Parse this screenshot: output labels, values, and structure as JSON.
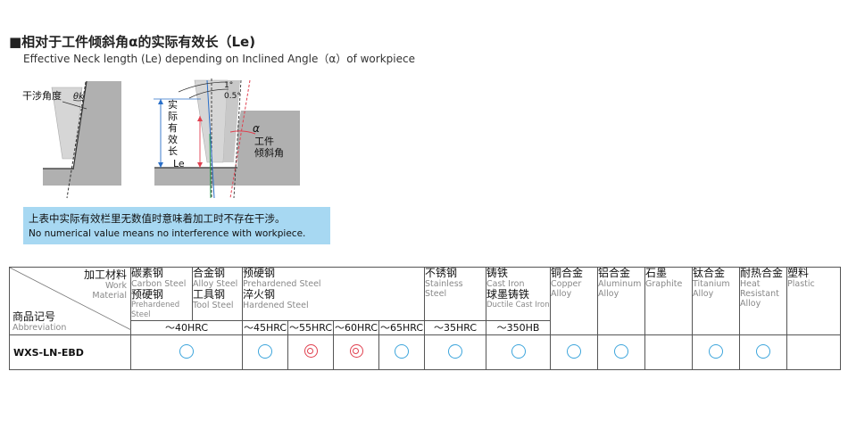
{
  "heading": {
    "title_zh": "■相对于工件倾斜角α的实际有效长（Le)",
    "title_en": "Effective Neck length (Le) depending on Inclined Angle（α）of workpiece"
  },
  "diagram": {
    "interference_angle": "干涉角度",
    "theta": "θk",
    "angle_1": "1°",
    "angle_05": "0.5°",
    "effective_length_zh": [
      "实",
      "际",
      "有",
      "效",
      "长"
    ],
    "le": "Le",
    "alpha": "α",
    "workpiece_zh": "工件",
    "incline_zh": "倾斜角",
    "colors": {
      "gray": "#b0b0b0",
      "dark": "#333333",
      "blue": "#2a6fc9",
      "red": "#e0404f",
      "green": "#2aa050"
    }
  },
  "note": {
    "zh": "上表中实际有效栏里无数值时意味着加工时不存在干涉。",
    "en": "No numerical value means no interference with workpiece.",
    "bg_color": "#a7d8f2"
  },
  "table": {
    "corner": {
      "work_zh": "加工材料",
      "work_en": "Work",
      "material_en": "Material",
      "abbr_zh": "商品记号",
      "abbr_en": "Abbreviation"
    },
    "groups": [
      {
        "zh": "碳素钢",
        "en": "Carbon Steel",
        "zh2": "预硬钢",
        "en2": "Prehardened Steel"
      },
      {
        "zh": "合金钢",
        "en": "Alloy Steel",
        "zh2": "工具钢",
        "en2": "Tool Steel"
      },
      {
        "zh": "预硬钢",
        "en": "Prehardened Steel",
        "zh2": "淬火钢",
        "en2": "Hardened Steel"
      },
      {
        "zh": "不锈钢",
        "en": "Stainless Steel"
      },
      {
        "zh": "铸铁",
        "en": "Cast Iron",
        "zh2": "球墨铸铁",
        "en2": "Ductile Cast Iron"
      },
      {
        "zh": "铜合金",
        "en": "Copper Alloy"
      },
      {
        "zh": "铝合金",
        "en": "Aluminum Alloy"
      },
      {
        "zh": "石墨",
        "en": "Graphite"
      },
      {
        "zh": "钛合金",
        "en": "Titanium Alloy"
      },
      {
        "zh": "耐热合金",
        "en": "Heat Resistant Alloy"
      },
      {
        "zh": "塑料",
        "en": "Plastic"
      }
    ],
    "ranges": {
      "carbon_alloy": "～40HRC",
      "h45": "～45HRC",
      "h55": "～55HRC",
      "h60": "～60HRC",
      "h65": "～65HRC",
      "stainless": "～35HRC",
      "cast": "～350HB"
    },
    "product": {
      "name": "WXS-LN-EBD",
      "marks": [
        "circle",
        "circle",
        "double",
        "double",
        "circle",
        "circle",
        "circle",
        "circle",
        "circle",
        "none",
        "circle",
        "circle",
        "none"
      ]
    }
  }
}
